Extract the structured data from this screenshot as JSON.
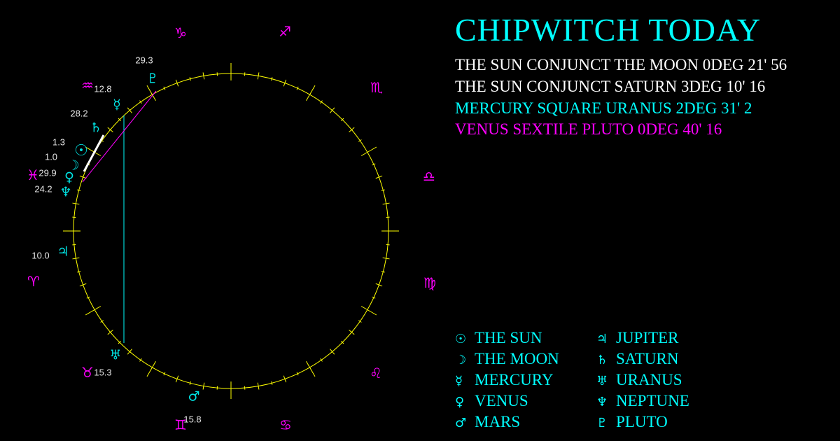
{
  "title": "Chipwitch Today",
  "aspects": [
    {
      "text": "The Sun conjunct The Moon 0deg 21' 56",
      "color": "#ffffff"
    },
    {
      "text": "The Sun conjunct Saturn 3deg 10' 16",
      "color": "#ffffff"
    },
    {
      "text": "Mercury square Uranus 2deg 31' 2",
      "color": "#00ffff"
    },
    {
      "text": "Venus sextile Pluto 0deg 40' 16",
      "color": "#ff00ff"
    }
  ],
  "zodiac": [
    "♑",
    "♐",
    "♏",
    "♎",
    "♍",
    "♌",
    "♋",
    "♊",
    "♉",
    "♈",
    "♓",
    "♒"
  ],
  "planets": [
    {
      "glyph": "♇",
      "degree": "29.3"
    },
    {
      "glyph": "☿",
      "degree": "12.8"
    },
    {
      "glyph": "♄",
      "degree": "28.2"
    },
    {
      "glyph": "☉",
      "degree": "1.3"
    },
    {
      "glyph": "☽",
      "degree": "1.0"
    },
    {
      "glyph": "♀",
      "degree": "29.9"
    },
    {
      "glyph": "♆",
      "degree": "24.2"
    },
    {
      "glyph": "♃",
      "degree": "10.0"
    },
    {
      "glyph": "♅",
      "degree": "15.3"
    },
    {
      "glyph": "♂",
      "degree": "15.8"
    }
  ],
  "legend": [
    {
      "glyph": "☉",
      "label": "The Sun"
    },
    {
      "glyph": "☽",
      "label": "The Moon"
    },
    {
      "glyph": "☿",
      "label": "Mercury"
    },
    {
      "glyph": "♀",
      "label": "Venus"
    },
    {
      "glyph": "♂",
      "label": "Mars"
    },
    {
      "glyph": "♃",
      "label": "Jupiter"
    },
    {
      "glyph": "♄",
      "label": "Saturn"
    },
    {
      "glyph": "♅",
      "label": "Uranus"
    },
    {
      "glyph": "♆",
      "label": "Neptune"
    },
    {
      "glyph": "♇",
      "label": "Pluto"
    }
  ],
  "colors": {
    "ring": "#ffff00",
    "accent": "#00ffff",
    "sign": "#ff00ff"
  }
}
